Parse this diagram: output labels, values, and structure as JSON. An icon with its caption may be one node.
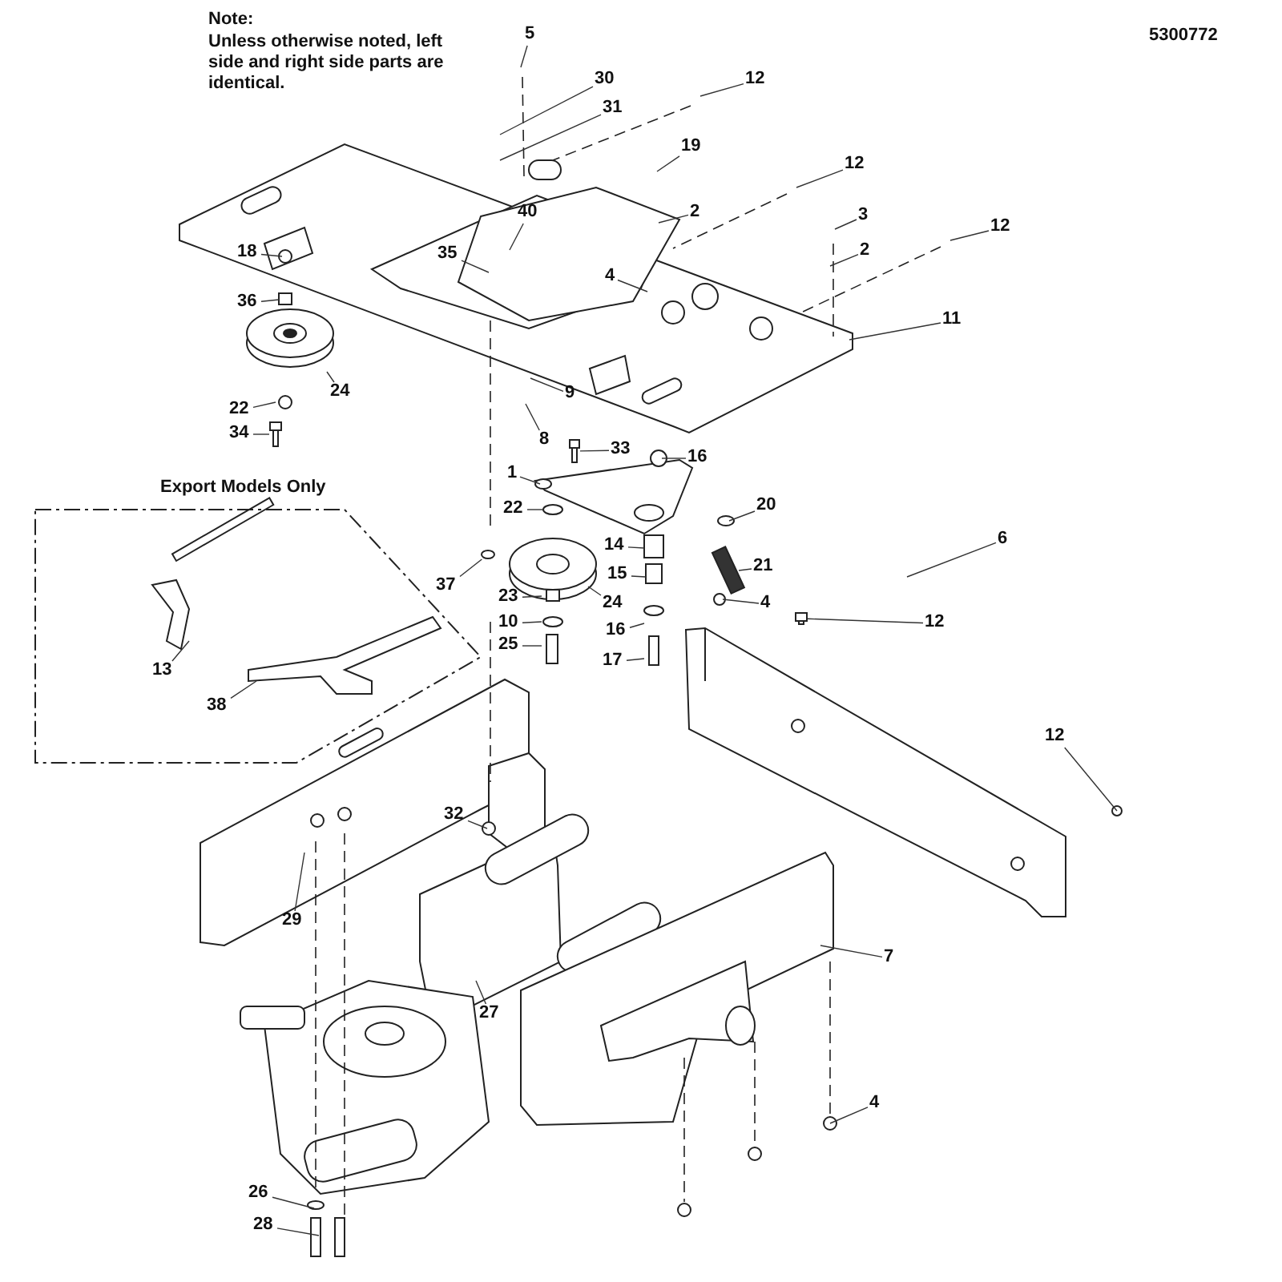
{
  "diagram": {
    "nodes": [
      {
        "text": [
          "5"
        ]
      },
      {
        "text": [
          "30"
        ]
      },
      {
        "text": [
          "31"
        ]
      },
      {
        "text": [
          "12"
        ]
      },
      {
        "text": [
          "19"
        ]
      },
      {
        "text": [
          "12"
        ]
      },
      {
        "text": [
          "2"
        ]
      },
      {
        "text": [
          "3"
        ]
      },
      {
        "text": [
          "2"
        ]
      },
      {
        "text": [
          "12"
        ]
      },
      {
        "text": [
          "40"
        ]
      },
      {
        "text": [
          "18"
        ]
      },
      {
        "text": [
          "35"
        ]
      },
      {
        "text": [
          "4"
        ]
      },
      {
        "text": [
          "11"
        ]
      },
      {
        "text": [
          "36"
        ]
      },
      {
        "text": [
          "24"
        ]
      },
      {
        "text": [
          "22"
        ]
      },
      {
        "text": [
          "34"
        ]
      },
      {
        "text": [
          "9"
        ]
      },
      {
        "text": [
          "8"
        ]
      },
      {
        "text": [
          "33"
        ]
      },
      {
        "text": [
          "16"
        ]
      },
      {
        "text": [
          "1"
        ]
      },
      {
        "text": [
          "20"
        ]
      },
      {
        "text": [
          "22"
        ]
      },
      {
        "text": [
          "37"
        ]
      },
      {
        "text": [
          "14"
        ]
      },
      {
        "text": [
          "21"
        ]
      },
      {
        "text": [
          "15"
        ]
      },
      {
        "text": [
          "24"
        ]
      },
      {
        "text": [
          "4"
        ]
      },
      {
        "text": [
          "23"
        ]
      },
      {
        "text": [
          "10"
        ]
      },
      {
        "text": [
          "16"
        ]
      },
      {
        "text": [
          "25"
        ]
      },
      {
        "text": [
          "17"
        ]
      },
      {
        "text": [
          "12"
        ]
      },
      {
        "text": [
          "6"
        ]
      },
      {
        "text": [
          "12"
        ]
      },
      {
        "text": [
          "Export Models Only"
        ]
      },
      {
        "text": [
          "13"
        ],
        "in": 40
      },
      {
        "text": [
          "38"
        ],
        "in": 40
      },
      {
        "text": [
          "32"
        ]
      },
      {
        "text": [
          "29"
        ]
      },
      {
        "text": [
          "27"
        ]
      },
      {
        "text": [
          "7"
        ]
      },
      {
        "text": [
          "4"
        ]
      },
      {
        "text": [
          "26"
        ]
      },
      {
        "text": [
          "28"
        ]
      },
      {
        "text": [],
        "shape": "bolt"
      },
      {
        "text": [],
        "shape": "bolt"
      },
      {
        "text": [],
        "shape": "washer"
      },
      {
        "text": [],
        "shape": "bolt"
      }
    ],
    "edges": [
      {
        "from": 0,
        "to": null,
        "arrow": "none"
      },
      {
        "from": 1,
        "to": null,
        "arrow": "none"
      },
      {
        "from": 2,
        "to": null,
        "arrow": "none"
      },
      {
        "from": 3,
        "to": null,
        "arrow": "none"
      },
      {
        "from": 4,
        "to": null,
        "arrow": "none"
      },
      {
        "from": 5,
        "to": null,
        "arrow": "none"
      },
      {
        "from": 6,
        "to": null,
        "arrow": "none"
      },
      {
        "from": 7,
        "to": null,
        "arrow": "none"
      },
      {
        "from": 8,
        "to": null,
        "arrow": "none"
      },
      {
        "from": 9,
        "to": null,
        "arrow": "none"
      },
      {
        "from": 10,
        "to": null,
        "arrow": "none"
      },
      {
        "from": 11,
        "to": null,
        "arrow": "none"
      },
      {
        "from": 12,
        "to": null,
        "arrow": "none"
      },
      {
        "from": 13,
        "to": null,
        "arrow": "none"
      },
      {
        "from": 14,
        "to": null,
        "arrow": "none"
      },
      {
        "from": 15,
        "to": null,
        "arrow": "none"
      },
      {
        "from": 16,
        "to": null,
        "arrow": "none"
      },
      {
        "from": 17,
        "to": null,
        "arrow": "none"
      },
      {
        "from": 18,
        "to": 50,
        "arrow": "none"
      },
      {
        "from": 19,
        "to": null,
        "arrow": "none"
      },
      {
        "from": 20,
        "to": null,
        "arrow": "none"
      },
      {
        "from": 21,
        "to": 51,
        "arrow": "none"
      },
      {
        "from": 22,
        "to": null,
        "arrow": "none"
      },
      {
        "from": 23,
        "to": null,
        "arrow": "none"
      },
      {
        "from": 24,
        "to": null,
        "arrow": "none"
      },
      {
        "from": 25,
        "to": null,
        "arrow": "none"
      },
      {
        "from": 26,
        "to": 52,
        "arrow": "none"
      },
      {
        "from": 27,
        "to": null,
        "arrow": "none"
      },
      {
        "from": 28,
        "to": null,
        "arrow": "none"
      },
      {
        "from": 29,
        "to": null,
        "arrow": "none"
      },
      {
        "from": 30,
        "to": null,
        "arrow": "none"
      },
      {
        "from": 31,
        "to": null,
        "arrow": "none"
      },
      {
        "from": 32,
        "to": null,
        "arrow": "none"
      },
      {
        "from": 33,
        "to": null,
        "arrow": "none"
      },
      {
        "from": 34,
        "to": null,
        "arrow": "none"
      },
      {
        "from": 35,
        "to": null,
        "arrow": "none"
      },
      {
        "from": 36,
        "to": null,
        "arrow": "none"
      },
      {
        "from": 37,
        "to": 53,
        "arrow": "none"
      },
      {
        "from": 38,
        "to": null,
        "arrow": "none"
      },
      {
        "from": 39,
        "to": null,
        "arrow": "none"
      },
      {
        "from": 41,
        "to": null,
        "arrow": "none"
      },
      {
        "from": 42,
        "to": null,
        "arrow": "none"
      },
      {
        "from": 43,
        "to": null,
        "arrow": "none"
      },
      {
        "from": 44,
        "to": null,
        "arrow": "none"
      },
      {
        "from": 45,
        "to": null,
        "arrow": "none"
      },
      {
        "from": 46,
        "to": null,
        "arrow": "none"
      },
      {
        "from": 47,
        "to": null,
        "arrow": "none"
      },
      {
        "from": 48,
        "to": null,
        "arrow": "none"
      },
      {
        "from": 49,
        "to": null,
        "arrow": "none"
      }
    ],
    "labels": [
      "Note:",
      "Unless otherwise noted, left side and right side parts are identical.",
      "5300772"
    ]
  }
}
